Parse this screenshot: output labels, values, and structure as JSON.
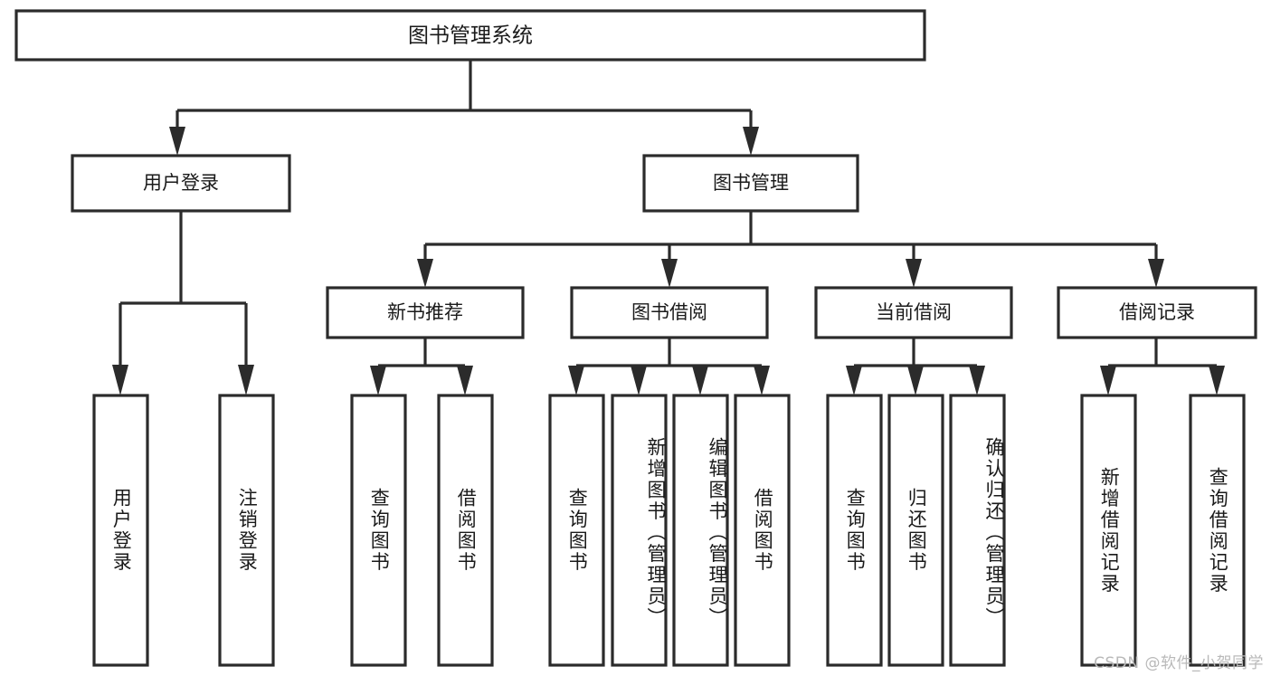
{
  "diagram": {
    "title": "图书管理系统",
    "watermark": "CSDN @软件_小贺同学",
    "root": {
      "label": "图书管理系统"
    },
    "level1": [
      {
        "id": "user-login",
        "label": "用户登录"
      },
      {
        "id": "book-manage",
        "label": "图书管理"
      }
    ],
    "level2": [
      {
        "id": "new-book-recommend",
        "label": "新书推荐",
        "parent": "book-manage"
      },
      {
        "id": "book-borrow",
        "label": "图书借阅",
        "parent": "book-manage"
      },
      {
        "id": "current-borrow",
        "label": "当前借阅",
        "parent": "book-manage"
      },
      {
        "id": "borrow-record",
        "label": "借阅记录",
        "parent": "book-manage"
      }
    ],
    "leaves": {
      "user-login": [
        {
          "id": "leaf-user-login",
          "label": "用户登录"
        },
        {
          "id": "leaf-user-logout",
          "label": "注销登录"
        }
      ],
      "new-book-recommend": [
        {
          "id": "leaf-query-book-1",
          "label": "查询图书"
        },
        {
          "id": "leaf-borrow-book-1",
          "label": "借阅图书"
        }
      ],
      "book-borrow": [
        {
          "id": "leaf-query-book-2",
          "label": "查询图书"
        },
        {
          "id": "leaf-add-book",
          "label": "新增图书（管理员）"
        },
        {
          "id": "leaf-edit-book",
          "label": "编辑图书（管理员）"
        },
        {
          "id": "leaf-borrow-book-2",
          "label": "借阅图书"
        }
      ],
      "current-borrow": [
        {
          "id": "leaf-query-book-3",
          "label": "查询图书"
        },
        {
          "id": "leaf-return-book",
          "label": "归还图书"
        },
        {
          "id": "leaf-confirm-return",
          "label": "确认归还（管理员）"
        }
      ],
      "borrow-record": [
        {
          "id": "leaf-add-record",
          "label": "新增借阅记录"
        },
        {
          "id": "leaf-query-record",
          "label": "查询借阅记录"
        }
      ]
    },
    "colors": {
      "stroke": "#2b2b2b",
      "fill": "#ffffff",
      "text": "#1a1a1a",
      "watermark": "#b9b9b9",
      "background": "#ffffff"
    }
  }
}
